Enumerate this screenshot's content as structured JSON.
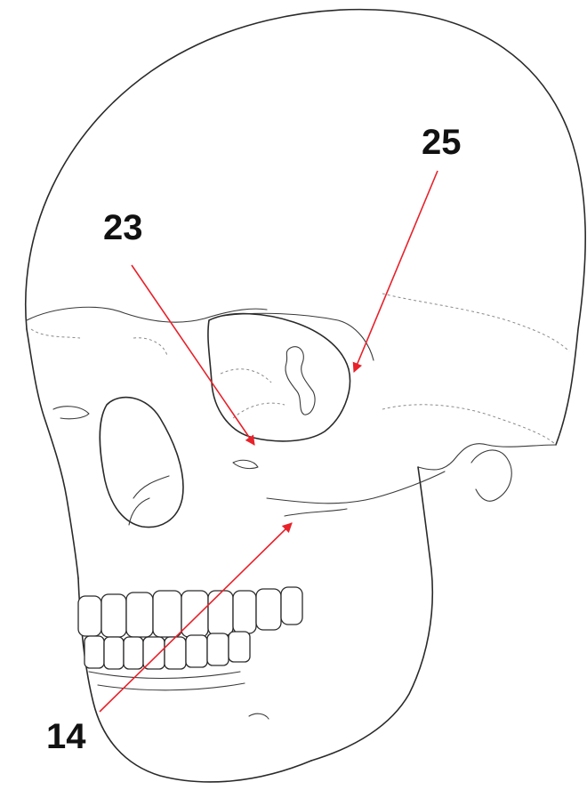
{
  "labels": [
    {
      "id": "14",
      "text": "14"
    },
    {
      "id": "23",
      "text": "23"
    },
    {
      "id": "25",
      "text": "25"
    }
  ],
  "colors": {
    "pointer": "#e8212a",
    "outline": "#2a2a2a",
    "label": "#111111"
  }
}
